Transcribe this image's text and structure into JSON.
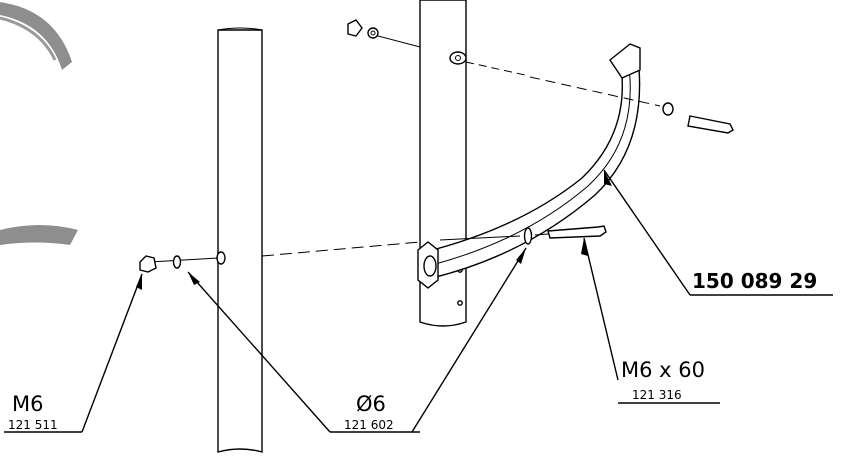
{
  "labels": {
    "main_part": "150 089 29",
    "bolt_spec": "M6 x 60",
    "bolt_code": "121 316",
    "washer_spec": "Ø6",
    "washer_code": "121 602",
    "nut_spec": "M6",
    "nut_code": "121 511"
  },
  "colors": {
    "line": "#000000",
    "background": "#ffffff",
    "decor_arc": "#7a7a7a"
  }
}
